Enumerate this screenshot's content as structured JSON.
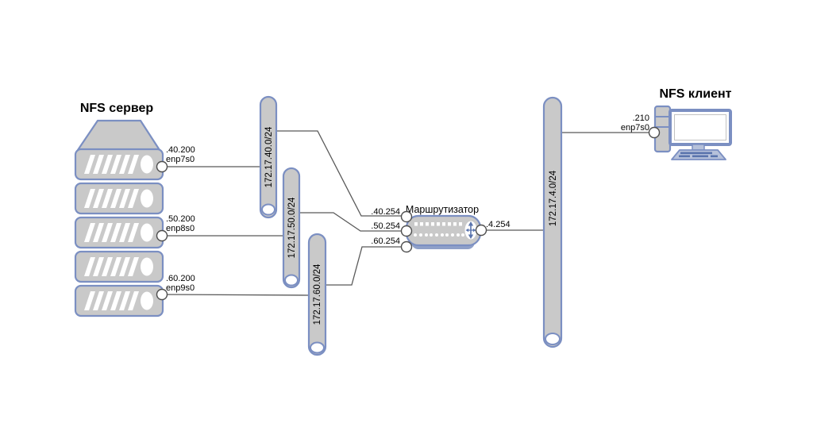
{
  "server": {
    "title": "NFS сервер",
    "interfaces": [
      {
        "ip": ".40.200",
        "iface": "enp7s0"
      },
      {
        "ip": ".50.200",
        "iface": "enp8s0"
      },
      {
        "ip": ".60.200",
        "iface": "enp9s0"
      }
    ]
  },
  "networks": [
    {
      "cidr": "172.17.40.0/24"
    },
    {
      "cidr": "172.17.50.0/24"
    },
    {
      "cidr": "172.17.60.0/24"
    },
    {
      "cidr": "172.17.4.0/24"
    }
  ],
  "router": {
    "title": "Маршрутизатор",
    "left_interfaces": [
      {
        "ip": ".40.254"
      },
      {
        "ip": ".50.254"
      },
      {
        "ip": ".60.254"
      }
    ],
    "right_interface": {
      "ip": ".4.254"
    }
  },
  "client": {
    "title": "NFS клиент",
    "interface": {
      "ip": ".210",
      "iface": "enp7s0"
    }
  },
  "colors": {
    "shape_fill": "#c9c9c9",
    "shape_stroke": "#7b8fc2",
    "accent_blue": "#5a74ad",
    "panel_blue": "#b6c1da",
    "shadow_blue": "#8fa0c8",
    "line": "#595959",
    "background": "#ffffff"
  }
}
